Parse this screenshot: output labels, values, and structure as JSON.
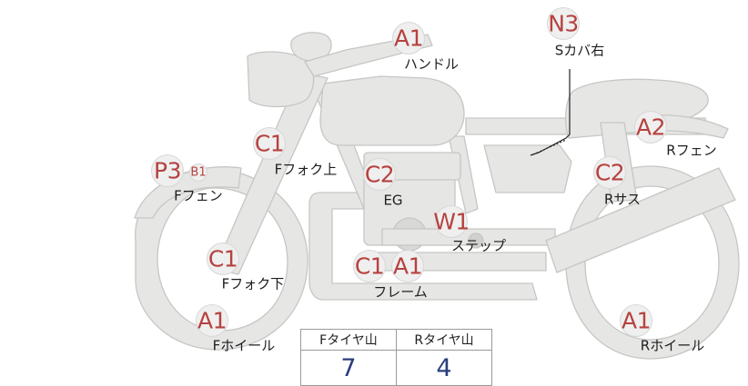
{
  "parts": {
    "handle": {
      "code": "A1",
      "label": "ハンドル"
    },
    "scover_r": {
      "code": "N3",
      "label": "Sカバ右"
    },
    "ffork_up": {
      "code": "C1",
      "label": "Fフォク上"
    },
    "eg": {
      "code": "C2",
      "label": "EG"
    },
    "fender_f": {
      "code": "P3",
      "code2": "B1",
      "label": "Fフェン"
    },
    "fender_r": {
      "code": "A2",
      "label": "Rフェン"
    },
    "rsus": {
      "code": "C2",
      "label": "Rサス"
    },
    "step": {
      "code": "W1",
      "label": "ステップ"
    },
    "ffork_lo": {
      "code": "C1",
      "label": "Fフォク下"
    },
    "frame": {
      "code": "C1",
      "code2": "A1",
      "label": "フレーム"
    },
    "fwheel": {
      "code": "A1",
      "label": "Fホイール"
    },
    "rwheel": {
      "code": "A1",
      "label": "Rホイール"
    }
  },
  "tire_table": {
    "front_header": "Fタイヤ山",
    "rear_header": "Rタイヤ山",
    "front_value": "7",
    "rear_value": "4"
  }
}
